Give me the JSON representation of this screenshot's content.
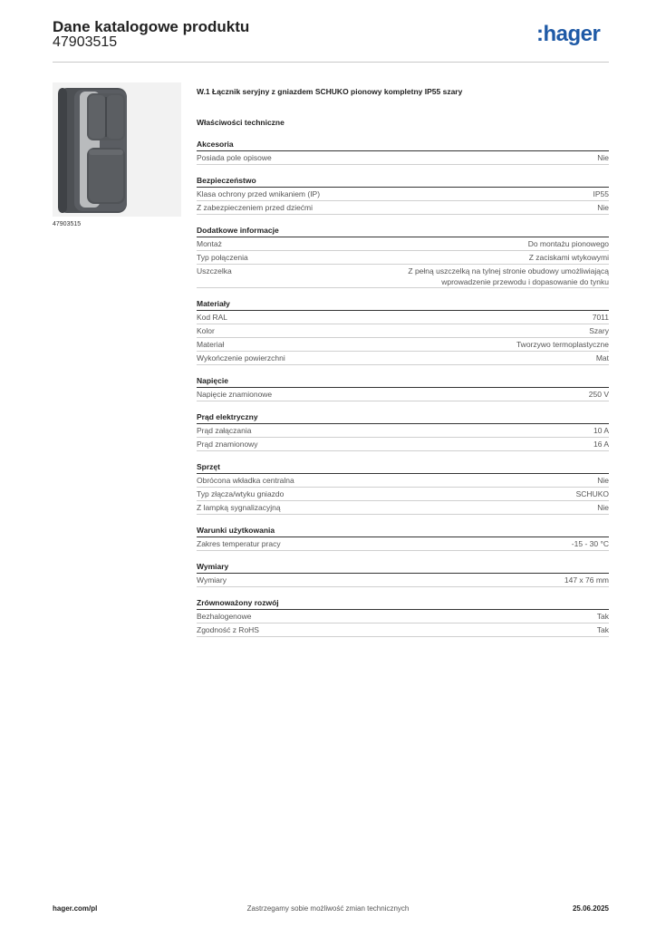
{
  "header": {
    "title": "Dane katalogowe produktu",
    "product_number": "47903515",
    "logo_text": ":hager"
  },
  "image": {
    "caption": "47903515"
  },
  "product": {
    "name": "W.1 Łącznik seryjny z gniazdem SCHUKO pionowy kompletny IP55 szary",
    "properties_title": "Właściwości techniczne"
  },
  "sections": [
    {
      "title": "Akcesoria",
      "rows": [
        {
          "label": "Posiada pole opisowe",
          "value": "Nie"
        }
      ]
    },
    {
      "title": "Bezpieczeństwo",
      "rows": [
        {
          "label": "Klasa ochrony przed wnikaniem (IP)",
          "value": "IP55"
        },
        {
          "label": "Z zabezpieczeniem przed dziećmi",
          "value": "Nie"
        }
      ]
    },
    {
      "title": "Dodatkowe informacje",
      "rows": [
        {
          "label": "Montaż",
          "value": "Do montażu pionowego"
        },
        {
          "label": "Typ połączenia",
          "value": "Z zaciskami wtykowymi"
        },
        {
          "label": "Uszczelka",
          "value": "Z pełną uszczelką na tylnej stronie obudowy umożliwiającą wprowadzenie przewodu i dopasowanie do tynku"
        }
      ]
    },
    {
      "title": "Materiały",
      "rows": [
        {
          "label": "Kod RAL",
          "value": "7011"
        },
        {
          "label": "Kolor",
          "value": "Szary"
        },
        {
          "label": "Materiał",
          "value": "Tworzywo termoplastyczne"
        },
        {
          "label": "Wykończenie powierzchni",
          "value": "Mat"
        }
      ]
    },
    {
      "title": "Napięcie",
      "rows": [
        {
          "label": "Napięcie znamionowe",
          "value": "250 V"
        }
      ]
    },
    {
      "title": "Prąd elektryczny",
      "rows": [
        {
          "label": "Prąd załączania",
          "value": "10 A"
        },
        {
          "label": "Prąd znamionowy",
          "value": "16 A"
        }
      ]
    },
    {
      "title": "Sprzęt",
      "rows": [
        {
          "label": "Obrócona wkładka centralna",
          "value": "Nie"
        },
        {
          "label": "Typ złącza/wtyku gniazdo",
          "value": "SCHUKO"
        },
        {
          "label": "Z lampką sygnalizacyjną",
          "value": "Nie"
        }
      ]
    },
    {
      "title": "Warunki użytkowania",
      "rows": [
        {
          "label": "Zakres temperatur pracy",
          "value": "-15 - 30 °C"
        }
      ]
    },
    {
      "title": "Wymiary",
      "rows": [
        {
          "label": "Wymiary",
          "value": "147 x 76 mm"
        }
      ]
    },
    {
      "title": "Zrównoważony rozwój",
      "rows": [
        {
          "label": "Bezhalogenowe",
          "value": "Tak"
        },
        {
          "label": "Zgodność z RoHS",
          "value": "Tak"
        }
      ]
    }
  ],
  "footer": {
    "website": "hager.com/pl",
    "disclaimer": "Zastrzegamy sobie możliwość zmian technicznych",
    "date": "25.06.2025"
  }
}
